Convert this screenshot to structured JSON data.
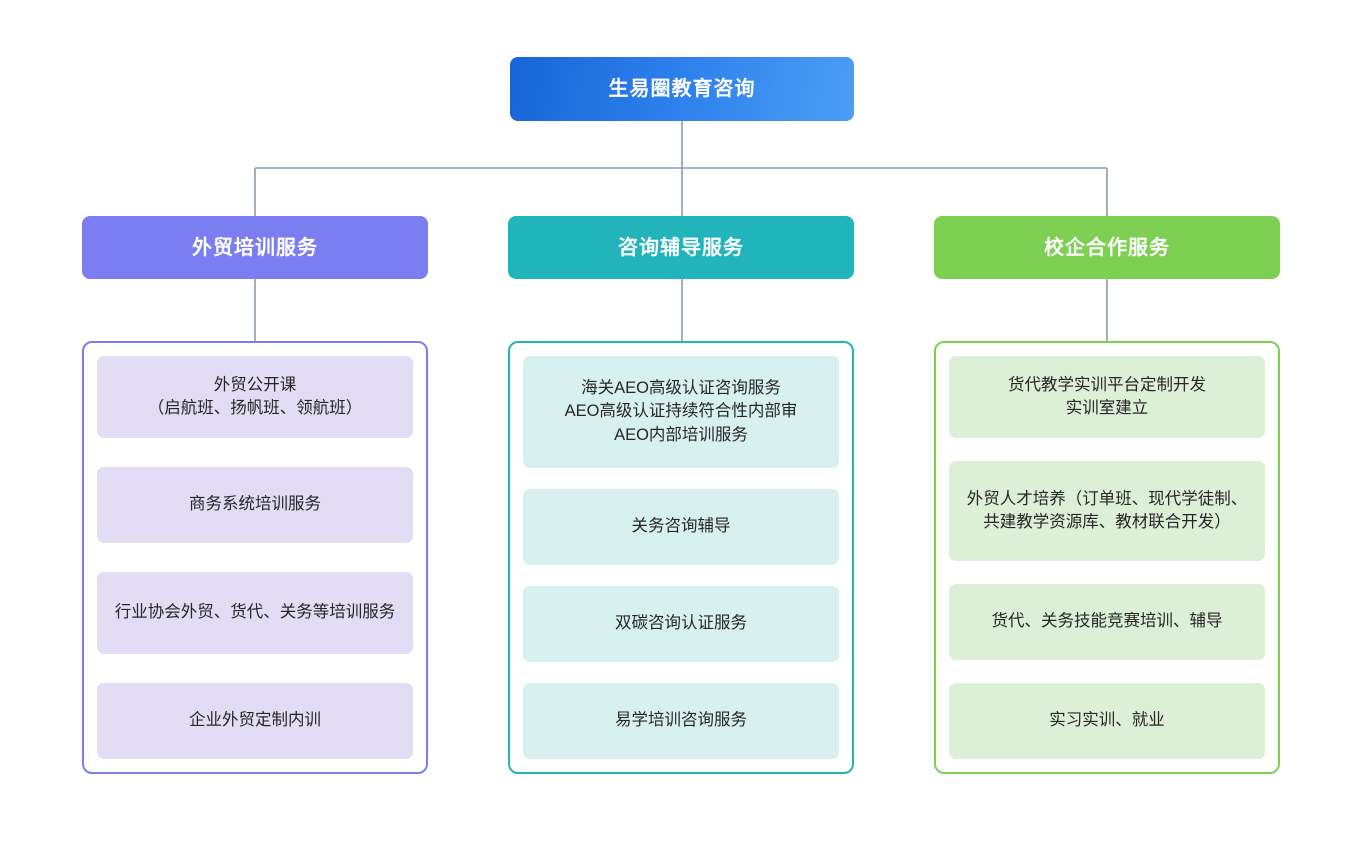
{
  "diagram": {
    "type": "organizational-tree",
    "orientation": "top-down",
    "root": {
      "label": "生易圈教育咨询",
      "color": "#1765d8",
      "gradient_from": "#1765d8",
      "gradient_to": "#4c9ef5",
      "text_color": "#ffffff"
    },
    "connector_color": "#8c9bab",
    "branches": [
      {
        "id": "branch-training",
        "label": "外贸培训服务",
        "header_color": "#7b7ef0",
        "border_color": "#7b7ef0",
        "leaf_color": "#e2ddf5",
        "text_color": "#ffffff",
        "items": [
          "外贸公开课\n（启航班、扬帆班、领航班）",
          "商务系统培训服务",
          "行业协会外贸、货代、关务等培训服务",
          "企业外贸定制内训"
        ]
      },
      {
        "id": "branch-consulting",
        "label": "咨询辅导服务",
        "header_color": "#21b5bb",
        "border_color": "#21b5bb",
        "leaf_color": "#d9f0f1",
        "text_color": "#ffffff",
        "items": [
          "海关AEO高级认证咨询服务\nAEO高级认证持续符合性内部审\nAEO内部培训服务",
          "关务咨询辅导",
          "双碳咨询认证服务",
          "易学培训咨询服务"
        ]
      },
      {
        "id": "branch-school-enterprise",
        "label": "校企合作服务",
        "header_color": "#7ed052",
        "border_color": "#7ed052",
        "leaf_color": "#dcf0d8",
        "text_color": "#ffffff",
        "items": [
          "货代教学实训平台定制开发\n实训室建立",
          "外贸人才培养（订单班、现代学徒制、共建教学资源库、教材联合开发）",
          "货代、关务技能竞赛培训、辅导",
          "实习实训、就业"
        ]
      }
    ]
  }
}
